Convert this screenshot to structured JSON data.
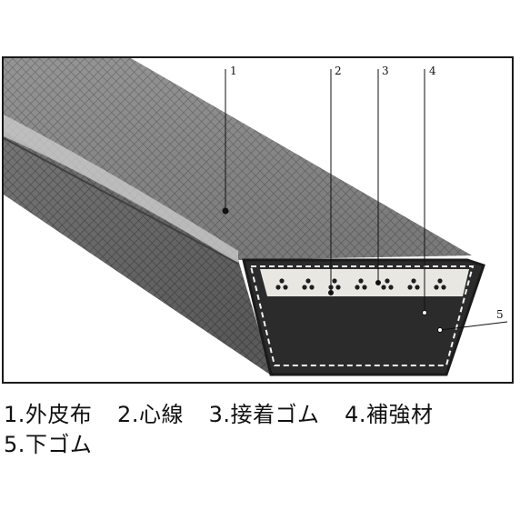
{
  "diagram": {
    "callouts": [
      {
        "num": "1",
        "part": "外皮布"
      },
      {
        "num": "2",
        "part": "心線"
      },
      {
        "num": "3",
        "part": "接着ゴム"
      },
      {
        "num": "4",
        "part": "補強材"
      },
      {
        "num": "5",
        "part": "下ゴム"
      }
    ],
    "colors": {
      "cover_fabric": "#9a9a9a",
      "cover_dark": "#5e5e5e",
      "cross_section": "#2b2b2b",
      "adhesive_band": "#e8e6e2",
      "frame": "#1a1a1a"
    }
  },
  "legend": {
    "rows": [
      [
        "1.外皮布",
        "2.心線",
        "3.接着ゴム",
        "4.補強材"
      ],
      [
        "5.下ゴム"
      ]
    ]
  }
}
